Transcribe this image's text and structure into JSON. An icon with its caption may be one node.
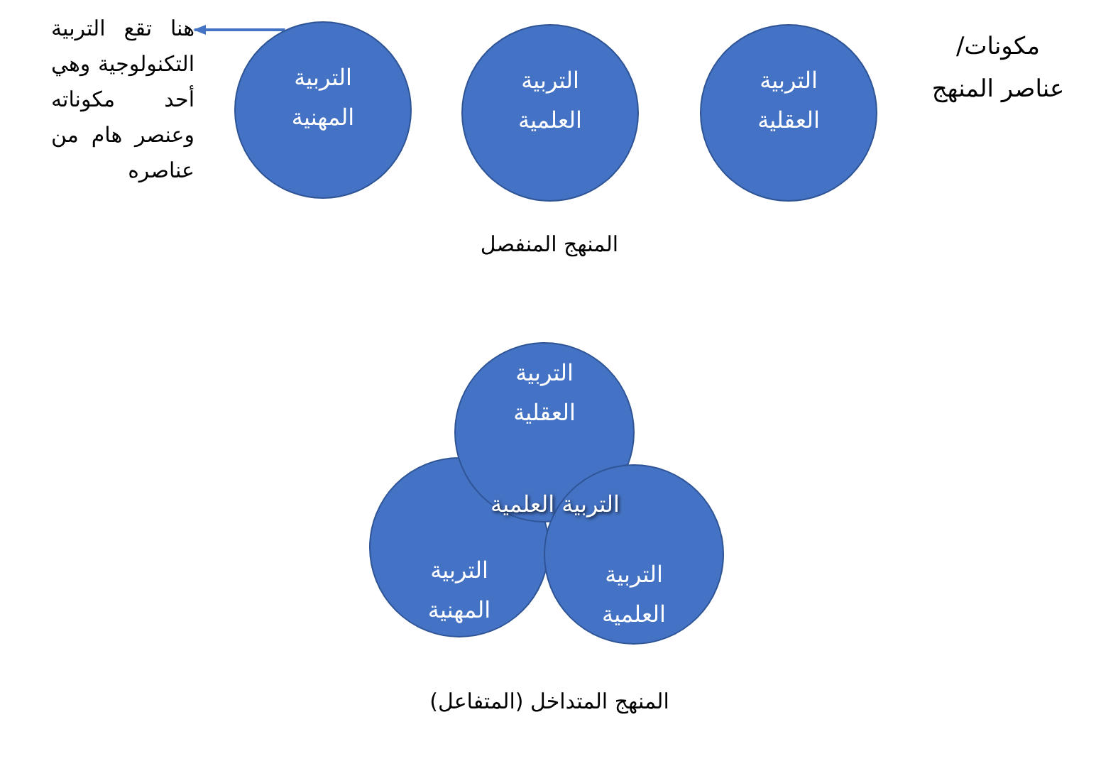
{
  "diagram": {
    "title": "مكونات/ عناصر المنهج",
    "nodes": [
      {
        "text": [
          "التربية العقلية"
        ]
      },
      {
        "text": [
          "التربية العلمية"
        ]
      },
      {
        "text": [
          "التربية المهنية"
        ]
      },
      {
        "text": [
          "هنا تقع التربية التكنولوجية وهي أحد مكوناته وعنصر هام من عناصره"
        ]
      },
      {
        "text": [
          "التربية العقلية"
        ]
      },
      {
        "text": [
          "التربية العلمية"
        ]
      },
      {
        "text": [
          "التربية المهنية"
        ]
      }
    ],
    "edges": [
      {
        "from": 2,
        "to": 3,
        "arrow": "to"
      }
    ],
    "labels": [
      "المنهج المنفصل",
      "التربية العلمية",
      "المنهج المتداخل (المتفاعل)"
    ]
  }
}
